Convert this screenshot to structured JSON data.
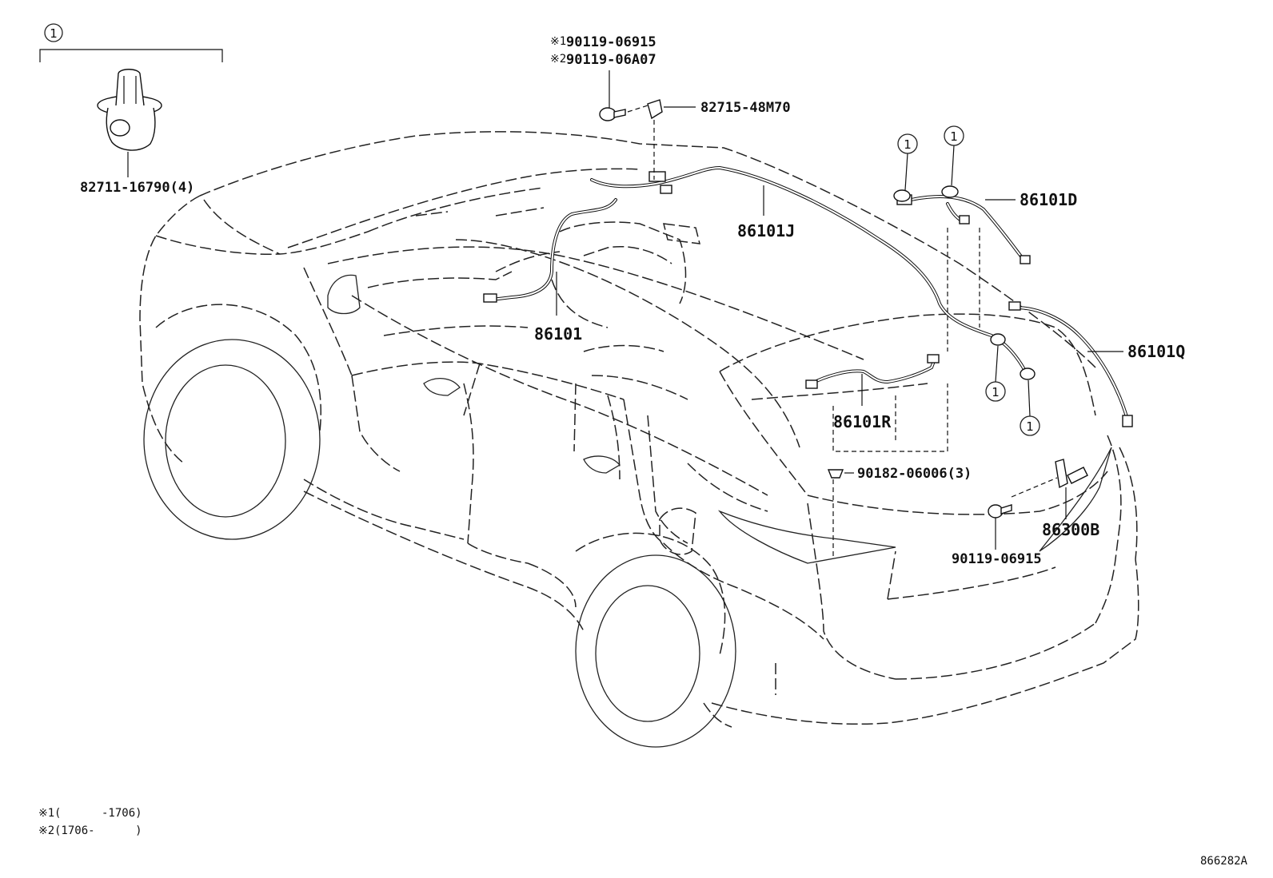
{
  "callout_symbol": "1",
  "clip_group": {
    "part": "82711-16790(4)"
  },
  "bolt_top": {
    "variant1_mark": "※1",
    "variant1_part": "90119-06915",
    "variant2_mark": "※2",
    "variant2_part": "90119-06A07"
  },
  "labels": {
    "p82715": "82715-48M70",
    "p86101J": "86101J",
    "p86101D": "86101D",
    "p86101": "86101",
    "p86101Q": "86101Q",
    "p86101R": "86101R",
    "p90182": "90182-06006(3)",
    "p86300B": "86300B",
    "p90119b": "90119-06915"
  },
  "notes": [
    {
      "mark": "※1",
      "text": "(      -1706)"
    },
    {
      "mark": "※2",
      "text": "(1706-      )"
    }
  ],
  "diagram_code": "866282A"
}
